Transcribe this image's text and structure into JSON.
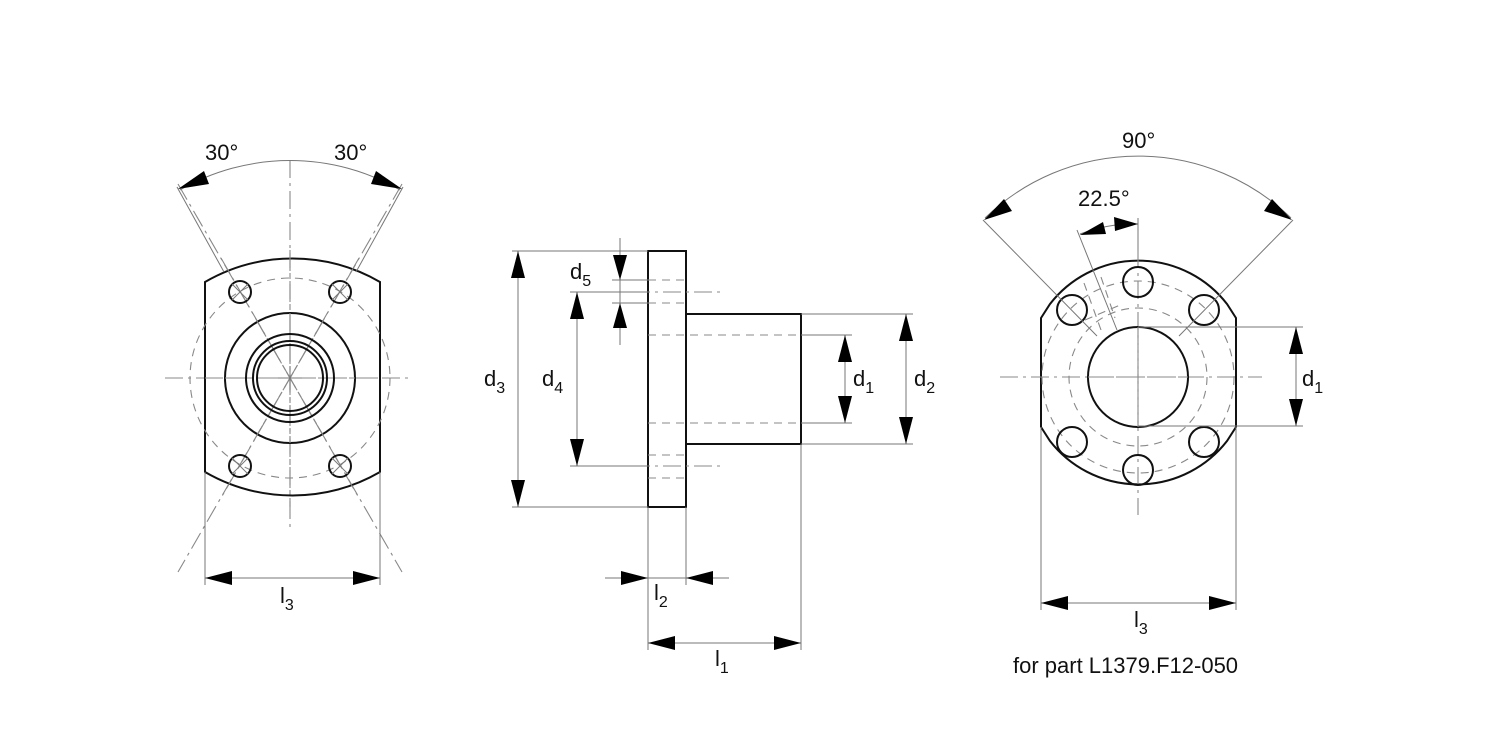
{
  "drawing": {
    "views": {
      "front_left": {
        "angle_left": "30°",
        "angle_right": "30°",
        "width_dim": {
          "symbol": "l",
          "sub": "3"
        },
        "bolt_holes": 4
      },
      "side": {
        "dims": {
          "d5": {
            "symbol": "d",
            "sub": "5"
          },
          "d3": {
            "symbol": "d",
            "sub": "3"
          },
          "d4": {
            "symbol": "d",
            "sub": "4"
          },
          "d1": {
            "symbol": "d",
            "sub": "1"
          },
          "d2": {
            "symbol": "d",
            "sub": "2"
          },
          "l2": {
            "symbol": "l",
            "sub": "2"
          },
          "l1": {
            "symbol": "l",
            "sub": "1"
          }
        }
      },
      "front_right": {
        "angle_outer": "90°",
        "angle_inner": "22.5°",
        "d1": {
          "symbol": "d",
          "sub": "1"
        },
        "width_dim": {
          "symbol": "l",
          "sub": "3"
        },
        "bolt_holes": 6,
        "caption": "for part L1379.F12-050"
      }
    }
  }
}
